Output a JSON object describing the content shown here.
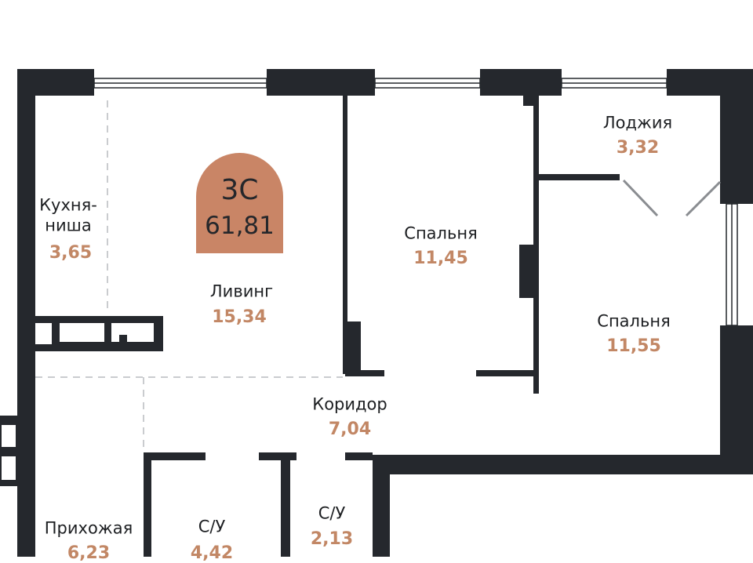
{
  "apartment": {
    "type": "3С",
    "total_area": "61,81"
  },
  "rooms": [
    {
      "name": "Кухня-",
      "name2": "ниша",
      "area": "3,65"
    },
    {
      "name": "Ливинг",
      "area": "15,34"
    },
    {
      "name": "Спальня",
      "area": "11,45"
    },
    {
      "name": "Лоджия",
      "area": "3,32"
    },
    {
      "name": "Спальня",
      "area": "11,55"
    },
    {
      "name": "Коридор",
      "area": "7,04"
    },
    {
      "name": "Прихожая",
      "area": "6,23"
    },
    {
      "name": "С/У",
      "area": "4,42"
    },
    {
      "name": "С/У",
      "area": "2,13"
    }
  ],
  "colors": {
    "wall": "#25282d",
    "accent": "#c98566",
    "area_text": "#c28765"
  }
}
